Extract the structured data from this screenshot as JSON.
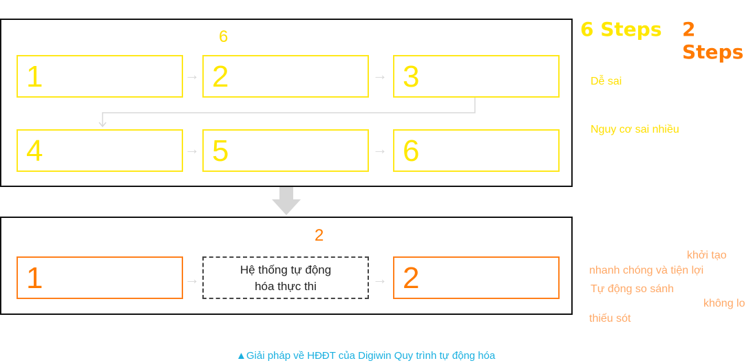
{
  "top_panel": {
    "count": "6",
    "steps": [
      "1",
      "2",
      "3",
      "4",
      "5",
      "6"
    ]
  },
  "bottom_panel": {
    "count": "2",
    "step_start": "1",
    "step_end": "2",
    "auto_box": {
      "line1": "Hệ thống tự động",
      "line2": "hóa thực thi"
    }
  },
  "legend": {
    "six_steps": "6 Steps",
    "two_steps": "2 Steps"
  },
  "notes_top": [
    "Dễ sai",
    "Nguy cơ sai nhiều"
  ],
  "notes_bottom": [
    "khởi tạo",
    "nhanh chóng và tiện lợi",
    "Tự động so sánh",
    "không lo",
    "thiếu sót"
  ],
  "caption": "▲Giải pháp về HĐĐT của Digiwin Quy trình tự động hóa",
  "colors": {
    "yellow": "#ffe800",
    "orange": "#ff7a00",
    "caption": "#1ab0e0"
  }
}
